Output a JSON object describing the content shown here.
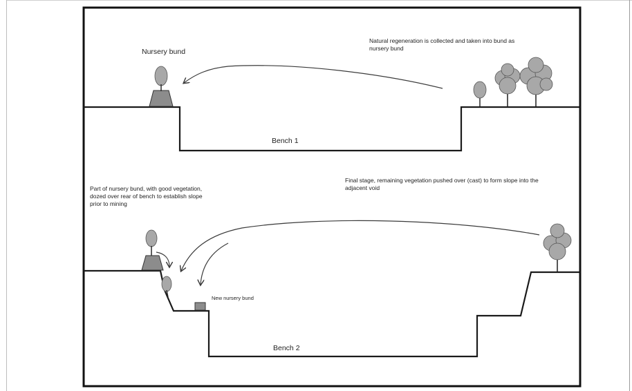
{
  "diagram": {
    "top_panel": {
      "label_nursery": "Nursery bund",
      "label_note": "Natural regeneration is collected and taken into bund as nursery bund",
      "label_bench": "Bench 1"
    },
    "bottom_panel": {
      "label_left_note": "Part of nursery bund, with good vegetation, dozed over rear of bench to establish slope prior to mining",
      "label_right_note": "Final stage, remaining vegetation pushed over (cast) to form slope into the adjacent void",
      "label_new_bund": "New nursery bund",
      "label_bench": "Bench 2"
    },
    "colors": {
      "frame": "#111111",
      "ground": "#1a1a1a",
      "tree_fill": "#a8a8a8",
      "trunk": "#2a2a2a",
      "mound": "#8c8c8c",
      "arrow": "#3a3a3a"
    }
  }
}
